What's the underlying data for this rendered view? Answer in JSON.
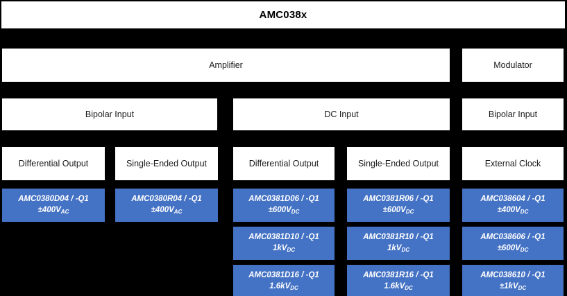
{
  "title": {
    "text": "AMC038x"
  },
  "colors": {
    "background": "#000000",
    "node_fill": "#ffffff",
    "node_text": "#1a1a1a",
    "part_fill": "#4472C4",
    "part_text": "#ffffff"
  },
  "level_amplifier": {
    "amplifier": "Amplifier",
    "modulator": "Modulator"
  },
  "level_input": {
    "bipolar_left": "Bipolar Input",
    "dc": "DC Input",
    "bipolar_right": "Bipolar Input"
  },
  "level_output": {
    "differential_1": "Differential Output",
    "single_ended_1": "Single-Ended Output",
    "differential_2": "Differential Output",
    "single_ended_2": "Single-Ended Output",
    "external_clock": "External Clock"
  },
  "parts": {
    "col1": [
      {
        "name": "AMC0380D04 / -Q1",
        "value": "±400V",
        "value_sub": "AC"
      }
    ],
    "col2": [
      {
        "name": "AMC0380R04 / -Q1",
        "value": "±400V",
        "value_sub": "AC"
      }
    ],
    "col3": [
      {
        "name": "AMC0381D06 / -Q1",
        "value": "±600V",
        "value_sub": "DC"
      },
      {
        "name": "AMC0381D10 / -Q1",
        "value": "1kV",
        "value_sub": "DC"
      },
      {
        "name": "AMC0381D16 / -Q1",
        "value": "1.6kV",
        "value_sub": "DC"
      }
    ],
    "col4": [
      {
        "name": "AMC0381R06 / -Q1",
        "value": "±600V",
        "value_sub": "DC"
      },
      {
        "name": "AMC0381R10 / -Q1",
        "value": "1kV",
        "value_sub": "DC"
      },
      {
        "name": "AMC0381R16 / -Q1",
        "value": "1.6kV",
        "value_sub": "DC"
      }
    ],
    "col5": [
      {
        "name": "AMC038604 / -Q1",
        "value": "±400V",
        "value_sub": "DC"
      },
      {
        "name": "AMC038606 / -Q1",
        "value": "±600V",
        "value_sub": "DC"
      },
      {
        "name": "AMC038610 / -Q1",
        "value": "±1kV",
        "value_sub": "DC"
      }
    ]
  }
}
